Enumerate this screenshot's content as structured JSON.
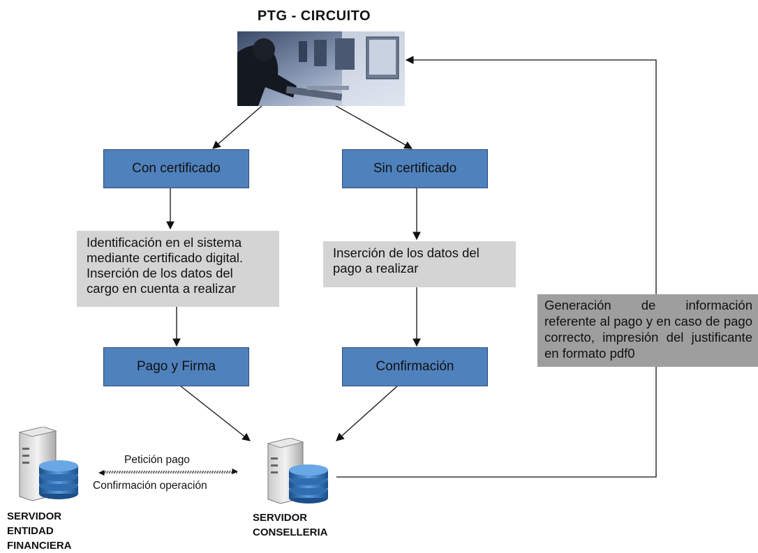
{
  "title": "PTG  -  CIRCUITO",
  "boxes": {
    "con_certificado": "Con certificado",
    "sin_certificado": "Sin certificado",
    "pago_firma": "Pago y Firma",
    "confirmacion": "Confirmación"
  },
  "notes": {
    "identificacion": [
      "Identificación en el sistema",
      "mediante certificado digital.",
      "Inserción de los datos del",
      "cargo en cuenta a realizar"
    ],
    "insercion": [
      "Inserción de los datos del",
      "pago a realizar"
    ],
    "generacion": "Generación de información referente al pago y en caso de pago correcto, impresión del justificante en formato pdf0"
  },
  "arrows": {
    "peticion": "Petición pago",
    "confirmacion_op": "Confirmación operación"
  },
  "servers": {
    "entidad": [
      "SERVIDOR",
      "ENTIDAD",
      "FINANCIERA"
    ],
    "conselleria": [
      "SERVIDOR",
      "CONSELLERIA"
    ]
  },
  "colors": {
    "box_blue": "#4f81bd",
    "note_gray": "#d4d4d4",
    "note_dark": "#9e9e9e"
  },
  "icons": {
    "photo": "computer-users-photo",
    "server": "database-server-icon"
  }
}
